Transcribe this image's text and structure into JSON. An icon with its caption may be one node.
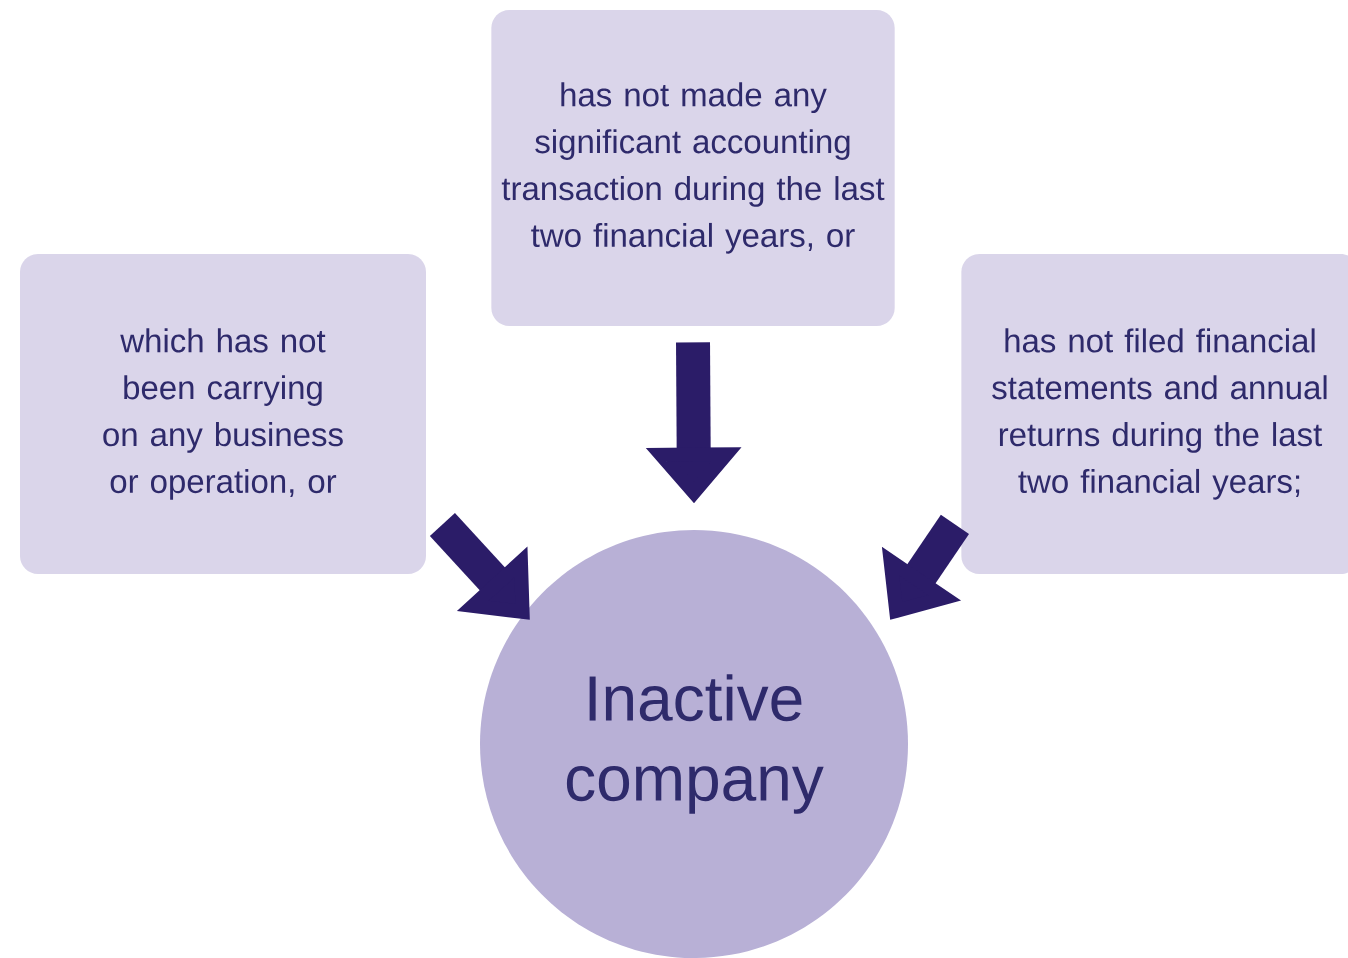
{
  "diagram": {
    "nodes": [
      {
        "text": [
          "which has not been carrying on any business or operation, or"
        ]
      },
      {
        "text": [
          "has not made any significant accounting transaction during the last two financial years, or"
        ]
      },
      {
        "text": [
          "has not filed financial statements and annual returns during the last two financial years;"
        ]
      },
      {
        "text": [
          "Inactive company"
        ]
      }
    ],
    "edges": [
      {
        "from": 0,
        "to": 3,
        "arrow": "to"
      },
      {
        "from": 1,
        "to": 3,
        "arrow": "to"
      },
      {
        "from": 2,
        "to": 3,
        "arrow": "to"
      }
    ]
  }
}
